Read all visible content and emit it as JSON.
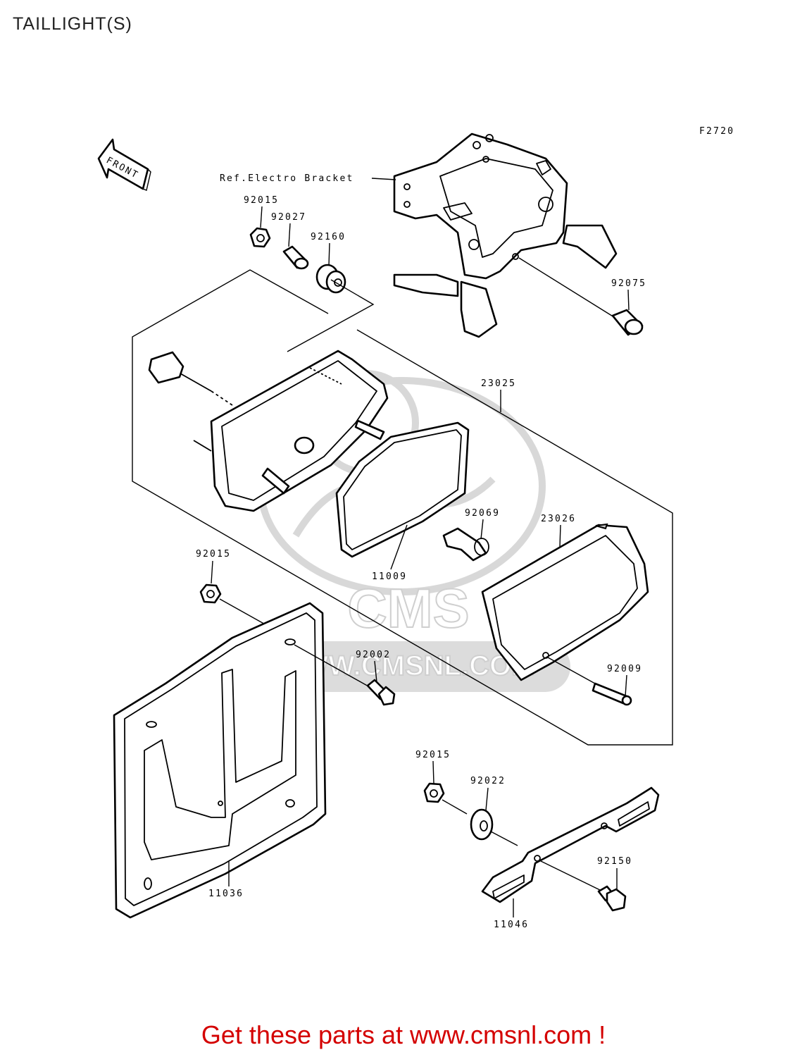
{
  "title": "TAILLIGHT(S)",
  "figure_code": "F2720",
  "front_label": "FRONT",
  "ref_label": "Ref.Electro Bracket",
  "watermark": {
    "logo": "CMS",
    "url": "WWW.CMSNL.COM"
  },
  "parts": {
    "p92015_a": "92015",
    "p92027": "92027",
    "p92160": "92160",
    "p92075": "92075",
    "p23025": "23025",
    "p92069": "92069",
    "p23026": "23026",
    "p11009": "11009",
    "p92015_b": "92015",
    "p92002": "92002",
    "p92009": "92009",
    "p92015_c": "92015",
    "p92022": "92022",
    "p92150": "92150",
    "p11036": "11036",
    "p11046": "11046"
  },
  "promo": "Get these parts at www.cmsnl.com !"
}
